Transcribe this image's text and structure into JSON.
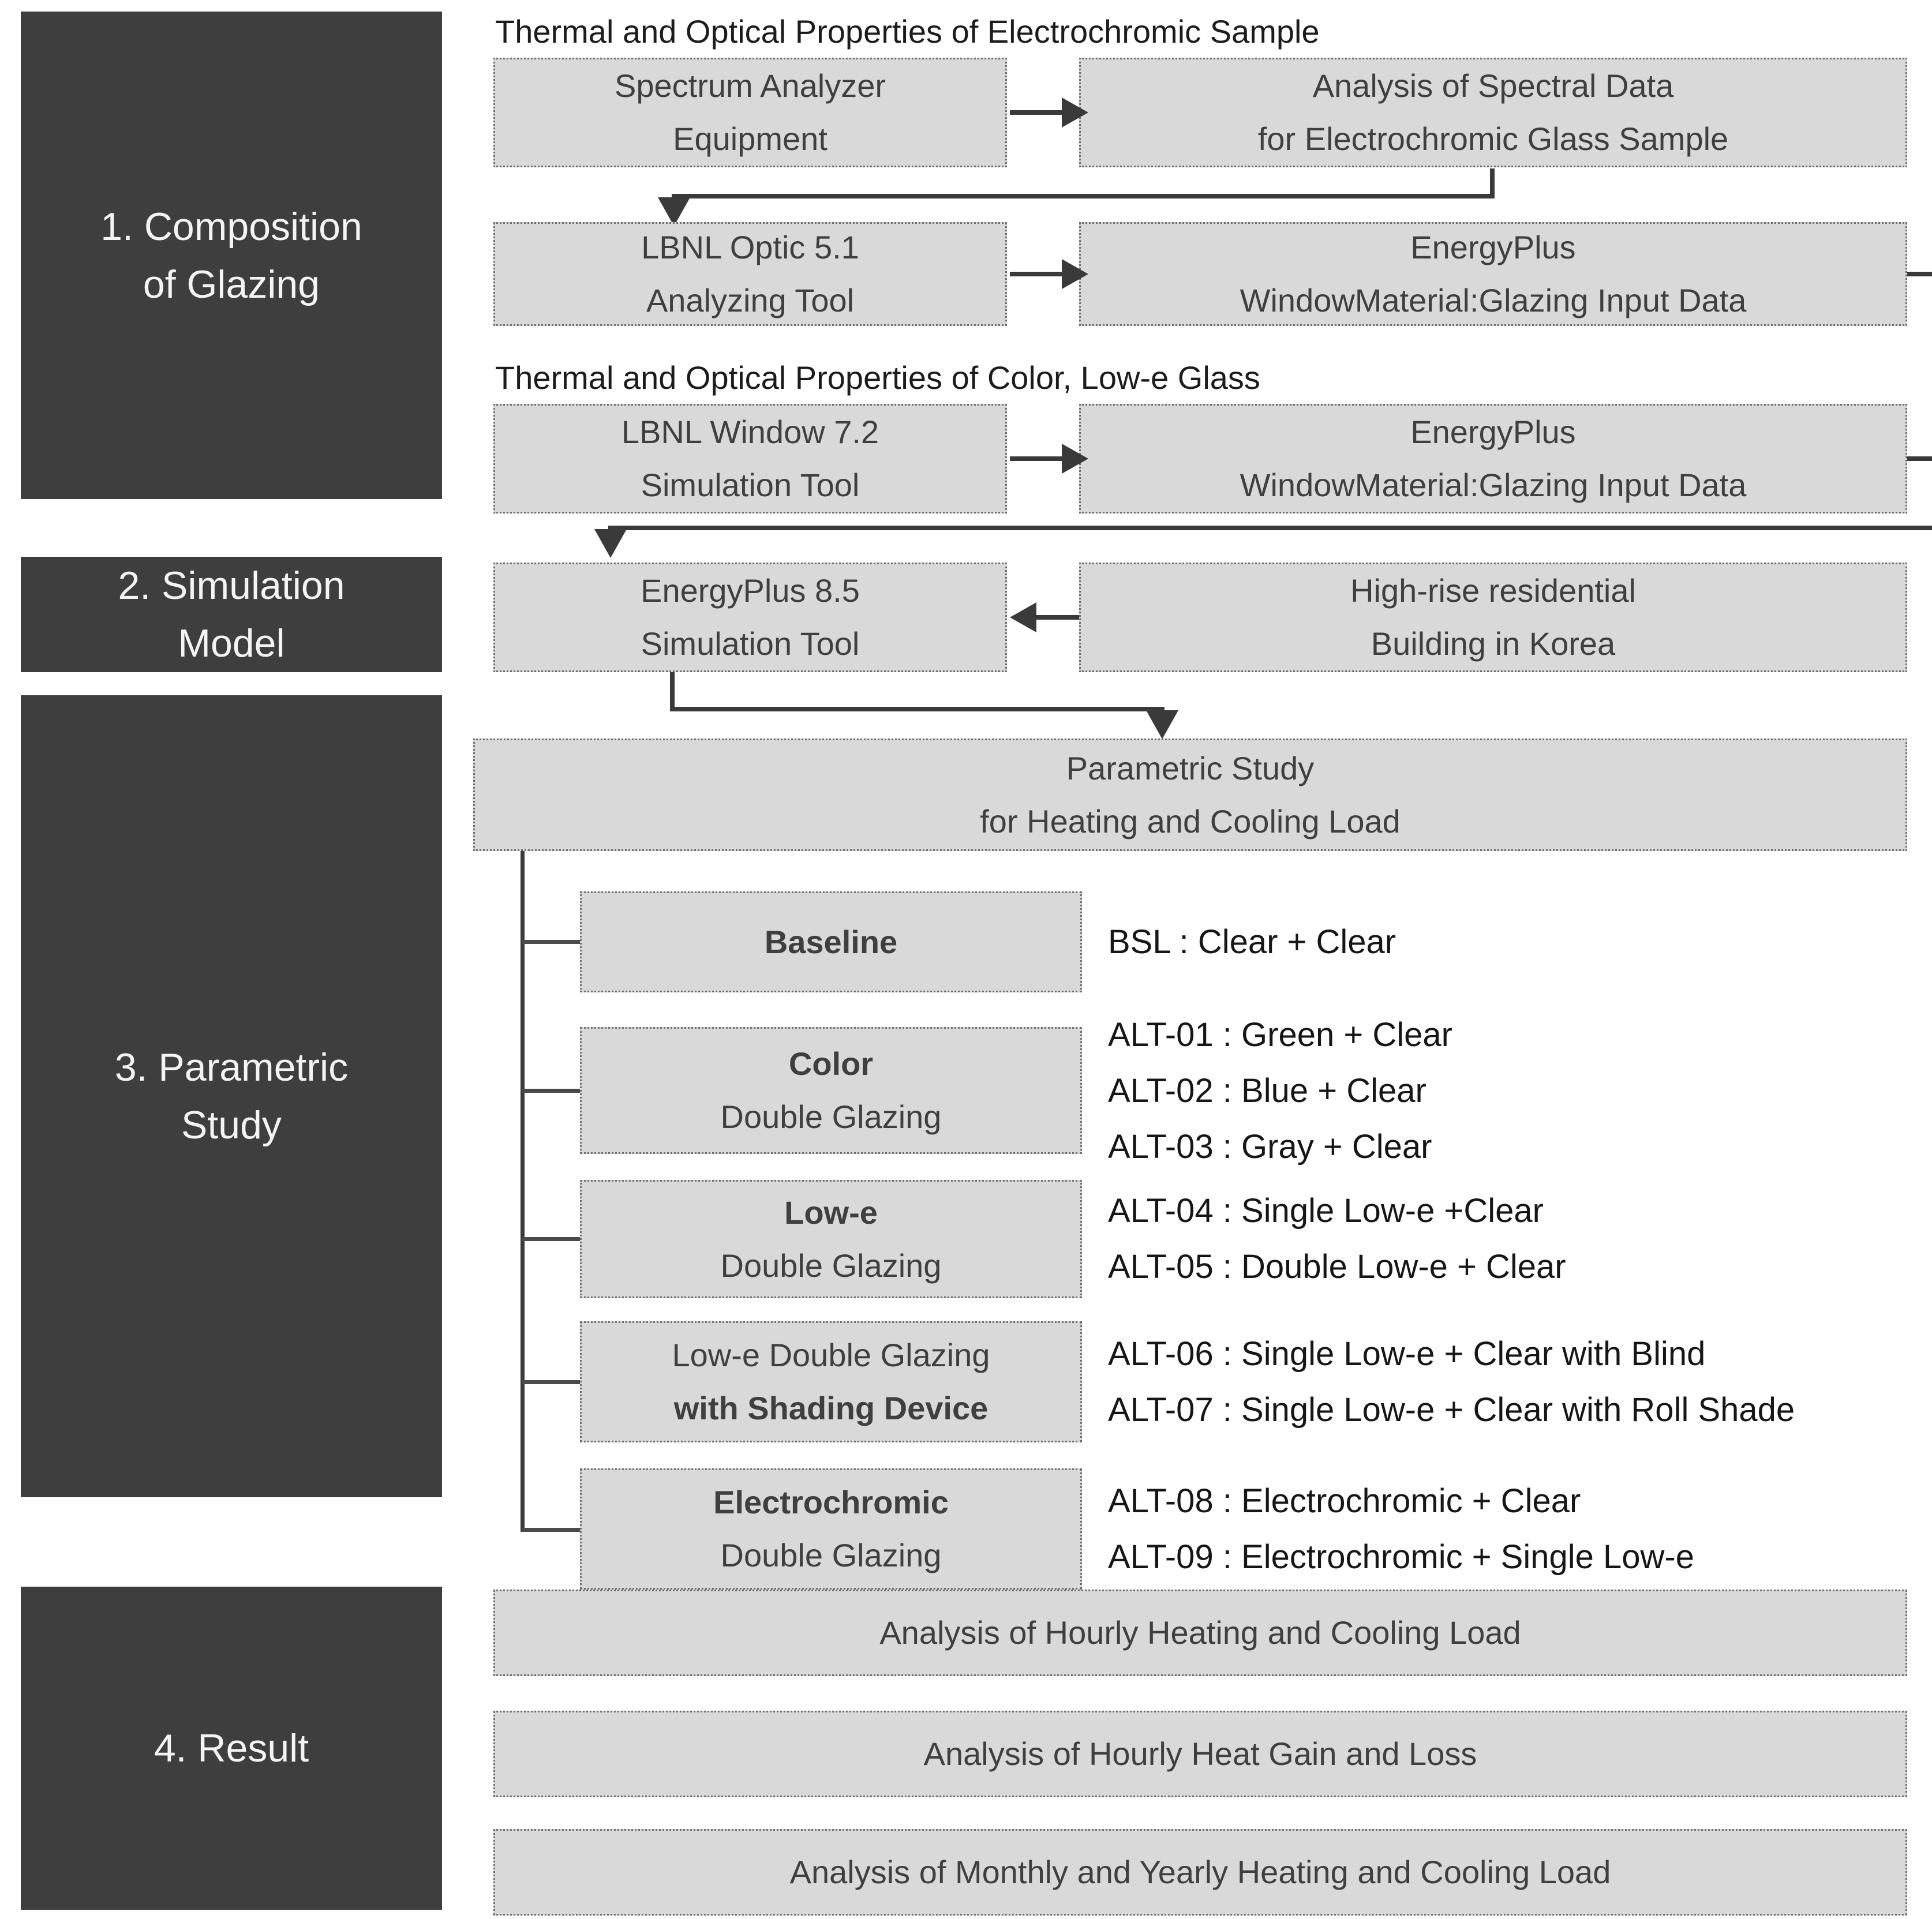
{
  "palette": {
    "stage_box": "#3e3e3e",
    "stage_text": "#f4f4f4",
    "flow_box_fill": "#d9d9d9",
    "flow_box_border": "#6e6e6e",
    "line_color": "#3a3a3a"
  },
  "sidebar": {
    "stages": [
      {
        "line1": "1. Composition",
        "line2": "of Glazing"
      },
      {
        "line1": "2. Simulation",
        "line2": "Model"
      },
      {
        "line1": "3. Parametric",
        "line2": "Study"
      },
      {
        "line1": "4. Result",
        "line2": ""
      }
    ]
  },
  "flow": {
    "group1_caption": "Thermal and Optical Properties of Electrochromic Sample",
    "group2_caption": "Thermal and Optical Properties of Color, Low-e Glass",
    "boxes": {
      "spectrum": {
        "line1": "Spectrum Analyzer",
        "line2": "Equipment"
      },
      "spectral_analysis": {
        "line1": "Analysis of Spectral Data",
        "line2": "for Electrochromic Glass Sample"
      },
      "lbnl_optic": {
        "line1": "LBNL Optic 5.1",
        "line2": "Analyzing Tool"
      },
      "eplus_input1": {
        "line1": "EnergyPlus",
        "line2": "WindowMaterial:Glazing Input Data"
      },
      "lbnl_window": {
        "line1": "LBNL Window 7.2",
        "line2": "Simulation Tool"
      },
      "eplus_input2": {
        "line1": "EnergyPlus",
        "line2": "WindowMaterial:Glazing Input Data"
      },
      "eplus85": {
        "line1": "EnergyPlus 8.5",
        "line2": "Simulation Tool"
      },
      "highrise": {
        "line1": "High-rise residential",
        "line2": "Building in Korea"
      },
      "parametric": {
        "line1": "Parametric Study",
        "line2": "for Heating and Cooling Load"
      }
    },
    "categories": [
      {
        "line1": "Baseline",
        "line2": "",
        "alts": [
          "BSL : Clear + Clear"
        ]
      },
      {
        "line1": "Color",
        "line2": "Double Glazing",
        "alts": [
          "ALT-01 : Green + Clear",
          "ALT-02 : Blue + Clear",
          "ALT-03 : Gray + Clear"
        ]
      },
      {
        "line1": "Low-e",
        "line2": "Double Glazing",
        "alts": [
          "ALT-04 : Single Low-e +Clear",
          "ALT-05 : Double Low-e + Clear"
        ]
      },
      {
        "line1": "Low-e Double Glazing",
        "line2": "with Shading Device",
        "alts": [
          "ALT-06 : Single Low-e + Clear with Blind",
          "ALT-07 : Single Low-e + Clear with Roll Shade"
        ]
      },
      {
        "line1": "Electrochromic",
        "line2": "Double Glazing",
        "alts": [
          "ALT-08 : Electrochromic + Clear",
          "ALT-09 : Electrochromic + Single Low-e"
        ]
      }
    ],
    "results": [
      "Analysis of Hourly Heating and Cooling Load",
      "Analysis of Hourly Heat Gain and Loss",
      "Analysis of Monthly and Yearly Heating and Cooling Load"
    ]
  }
}
